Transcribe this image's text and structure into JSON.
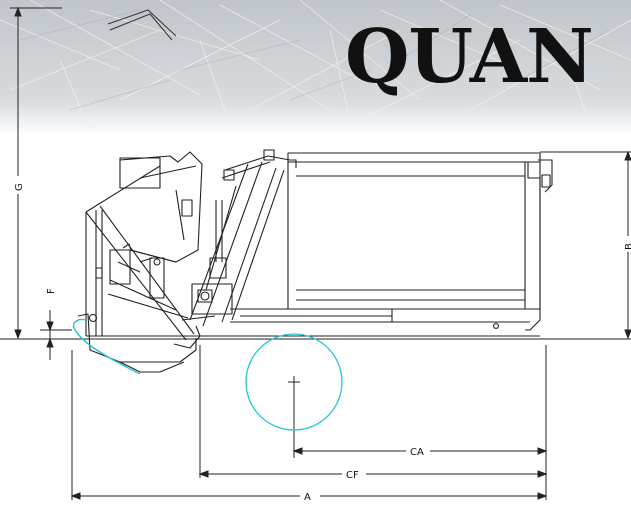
{
  "brand": {
    "wordmark": "QUAN",
    "wordmark_color": "#111111",
    "banner_color": "#c9ced3"
  },
  "dimensions": {
    "height_overall": "G",
    "height_sill": "F",
    "height_body": "B",
    "length_overall": "A",
    "cab_to_front": "CF",
    "cab_to_axle": "CA"
  },
  "colors": {
    "line": "#222222",
    "wheel": "#27c3d6",
    "paper": "#ffffff"
  }
}
